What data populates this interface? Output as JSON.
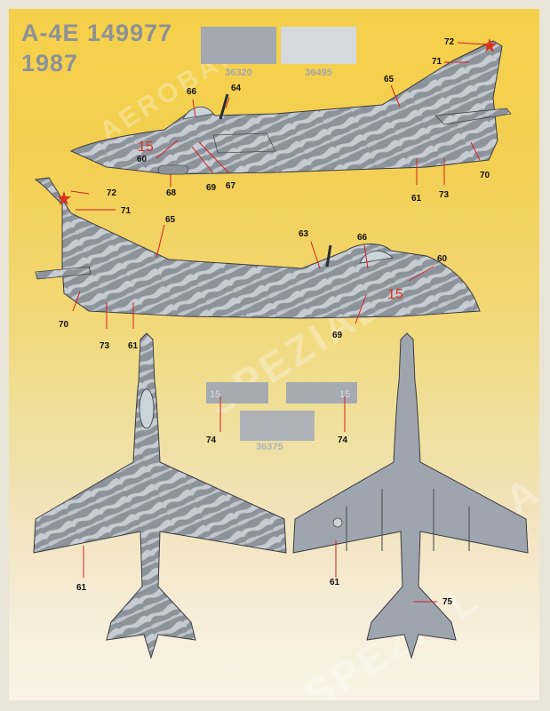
{
  "header": {
    "line1": "A-4E 149977",
    "line2": "1987"
  },
  "swatches": [
    {
      "code": "36320",
      "color": "#a2a7b0"
    },
    {
      "code": "36495",
      "color": "#d5d9dc"
    }
  ],
  "color_codes": {
    "panel": "36375"
  },
  "modex": "15",
  "colors": {
    "camo_dark": "#8d939b",
    "camo_light": "#c7ccd2",
    "bottom_grey": "#9ea5ae",
    "modex_red": "#d9341d",
    "callout_red": "#d21f1f"
  },
  "callouts": {
    "top_side": [
      "72",
      "71",
      "65",
      "66",
      "64",
      "60",
      "68",
      "69",
      "67",
      "61",
      "73",
      "70"
    ],
    "left_side": [
      "72",
      "71",
      "65",
      "63",
      "66",
      "60",
      "70",
      "73",
      "61",
      "69"
    ],
    "panels": [
      "74",
      "74"
    ],
    "planform": [
      "61",
      "61",
      "75"
    ]
  },
  "watermark": {
    "lines": [
      "SPEZIAL",
      "AEROBAND",
      "SPEZIAL",
      "A"
    ]
  }
}
